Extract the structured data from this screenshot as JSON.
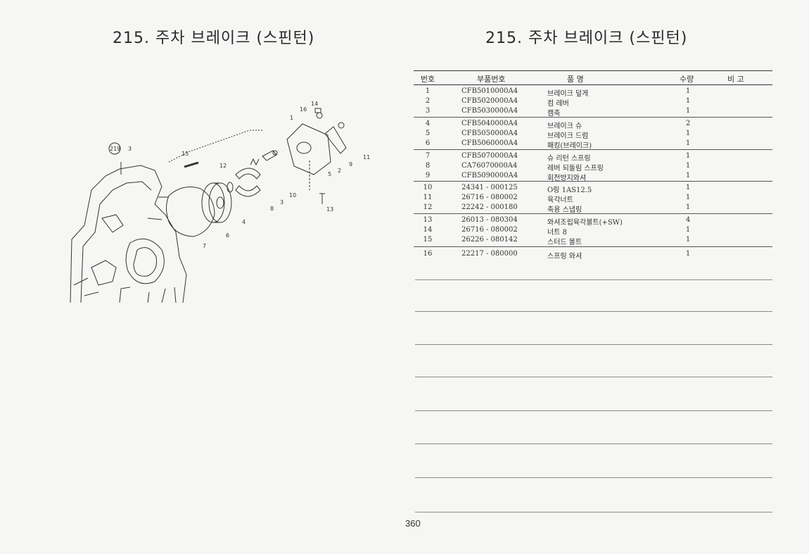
{
  "title_left": "215. 주차 브레이크 (스핀턴)",
  "title_right": "215. 주차 브레이크 (스핀턴)",
  "table": {
    "headers": {
      "no": "번호",
      "part_no": "부품번호",
      "name": "품    명",
      "qty": "수량",
      "remark": "비 고"
    },
    "rows": [
      {
        "no": "1",
        "part_no": "CFB5010000A4",
        "name": "브레이크 덮게",
        "qty": "1"
      },
      {
        "no": "2",
        "part_no": "CFB5020000A4",
        "name": "컴 레버",
        "qty": "1"
      },
      {
        "no": "3",
        "part_no": "CFB5030000A4",
        "name": "캠축",
        "qty": "1"
      },
      {
        "no": "4",
        "part_no": "CFB5040000A4",
        "name": "브레이크 슈",
        "qty": "2"
      },
      {
        "no": "5",
        "part_no": "CFB5050000A4",
        "name": "브레이크 드럼",
        "qty": "1"
      },
      {
        "no": "6",
        "part_no": "CFB5060000A4",
        "name": "패킹(브레이크)",
        "qty": "1"
      },
      {
        "no": "7",
        "part_no": "CFB5070000A4",
        "name": "슈 리턴 스프링",
        "qty": "1"
      },
      {
        "no": "8",
        "part_no": "CA76070000A4",
        "name": "레버 되돌림 스프링",
        "qty": "1"
      },
      {
        "no": "9",
        "part_no": "CFB5090000A4",
        "name": "회전방지와셔",
        "qty": "1"
      },
      {
        "no": "10",
        "part_no": "24341 - 000125",
        "name": "O링 1AS12.5",
        "qty": "1"
      },
      {
        "no": "11",
        "part_no": "26716 - 080002",
        "name": "육각너트",
        "qty": "1"
      },
      {
        "no": "12",
        "part_no": "22242 - 000180",
        "name": "축용 스냅링",
        "qty": "1"
      },
      {
        "no": "13",
        "part_no": "26013 - 080304",
        "name": "와셔조립육각볼트(+SW)",
        "qty": "4"
      },
      {
        "no": "14",
        "part_no": "26716 - 080002",
        "name": "너트 8",
        "qty": "1"
      },
      {
        "no": "15",
        "part_no": "26226 - 080142",
        "name": "스터드 볼트",
        "qty": "1"
      },
      {
        "no": "16",
        "part_no": "22217 - 080000",
        "name": "스프링 와셔",
        "qty": "1"
      }
    ]
  },
  "diagram": {
    "callouts": [
      "1",
      "2",
      "3",
      "4",
      "5",
      "6",
      "7",
      "8",
      "9",
      "10",
      "11",
      "12",
      "13",
      "14",
      "15",
      "16"
    ],
    "ref": "219",
    "ref_suffix": "3"
  },
  "page_number": "360"
}
